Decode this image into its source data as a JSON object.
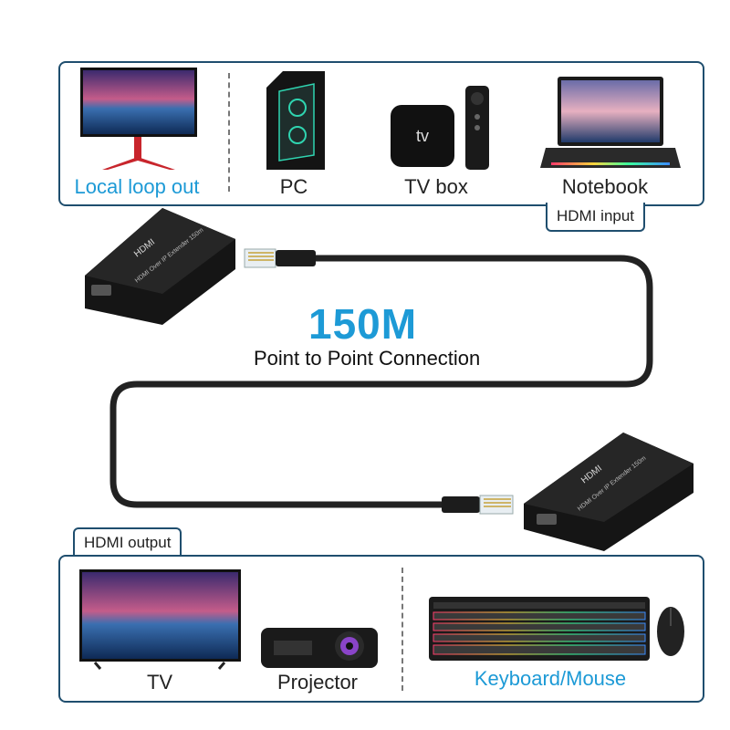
{
  "top_panel": {
    "devices": [
      {
        "label": "Local loop out",
        "icon": "monitor-icon",
        "highlight": true
      },
      {
        "label": "PC",
        "icon": "pc-tower-icon",
        "highlight": false
      },
      {
        "label": "TV box",
        "icon": "tv-box-icon",
        "highlight": false
      },
      {
        "label": "Notebook",
        "icon": "laptop-icon",
        "highlight": false
      }
    ],
    "tab_label": "HDMI input"
  },
  "connection": {
    "distance": "150M",
    "caption": "Point to Point Connection"
  },
  "extender": {
    "logo": "HDMI",
    "text": "HDMI Over IP Extender 150m"
  },
  "bottom_panel": {
    "tab_label": "HDMI output",
    "devices": [
      {
        "label": "TV",
        "icon": "tv-icon",
        "highlight": false
      },
      {
        "label": "Projector",
        "icon": "projector-icon",
        "highlight": false
      },
      {
        "label": "Keyboard/Mouse",
        "icon": "keyboard-mouse-icon",
        "highlight": true
      }
    ]
  },
  "colors": {
    "accent": "#1d9ad6",
    "panel_border": "#1f4e6e",
    "device_body": "#1c1c1c"
  }
}
